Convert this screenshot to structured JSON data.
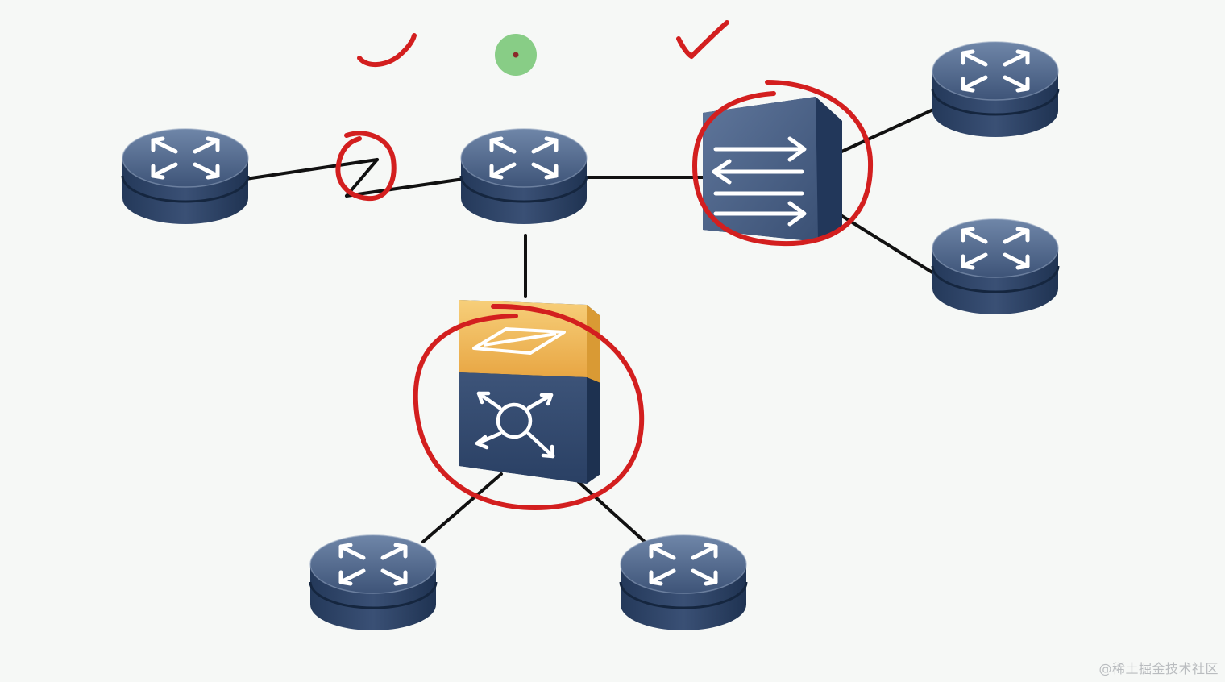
{
  "colors": {
    "background": "#f6f8f6",
    "device_dark": "#2e4567",
    "device_mid": "#4b6186",
    "device_light": "#6f86a8",
    "device_edge": "#1d3150",
    "firewall_gold": "#f1b54f",
    "firewall_gold_dark": "#d99a34",
    "link_line": "#111111",
    "annotation_red": "#d31f1f",
    "annotation_green": "#7cc87a",
    "watermark": "#b9bcbf"
  },
  "devices": [
    {
      "id": "router-left",
      "kind": "router-icon"
    },
    {
      "id": "router-center",
      "kind": "router-icon"
    },
    {
      "id": "switch-right",
      "kind": "switch-icon"
    },
    {
      "id": "router-top-right",
      "kind": "router-icon"
    },
    {
      "id": "router-mid-right",
      "kind": "router-icon"
    },
    {
      "id": "firewall-center",
      "kind": "firewall-icon"
    },
    {
      "id": "router-bottom-left",
      "kind": "router-icon"
    },
    {
      "id": "router-bottom-right",
      "kind": "router-icon"
    }
  ],
  "links": [
    {
      "from": "router-left",
      "to": "router-center"
    },
    {
      "from": "router-center",
      "to": "switch-right"
    },
    {
      "from": "switch-right",
      "to": "router-top-right"
    },
    {
      "from": "switch-right",
      "to": "router-mid-right"
    },
    {
      "from": "router-center",
      "to": "firewall-center"
    },
    {
      "from": "firewall-center",
      "to": "router-bottom-left"
    },
    {
      "from": "firewall-center",
      "to": "router-bottom-right"
    }
  ],
  "annotations": [
    {
      "id": "check-mark-left",
      "kind": "check-icon",
      "color": "#d31f1f"
    },
    {
      "id": "dot-center",
      "kind": "dot-icon",
      "color": "#7cc87a"
    },
    {
      "id": "check-mark-right",
      "kind": "check-icon",
      "color": "#d31f1f"
    },
    {
      "id": "circle-link",
      "kind": "circle-annotation",
      "color": "#d31f1f"
    },
    {
      "id": "circle-switch",
      "kind": "circle-annotation",
      "color": "#d31f1f"
    },
    {
      "id": "circle-firewall",
      "kind": "circle-annotation",
      "color": "#d31f1f"
    }
  ],
  "watermark": {
    "text": "@稀土掘金技术社区"
  }
}
